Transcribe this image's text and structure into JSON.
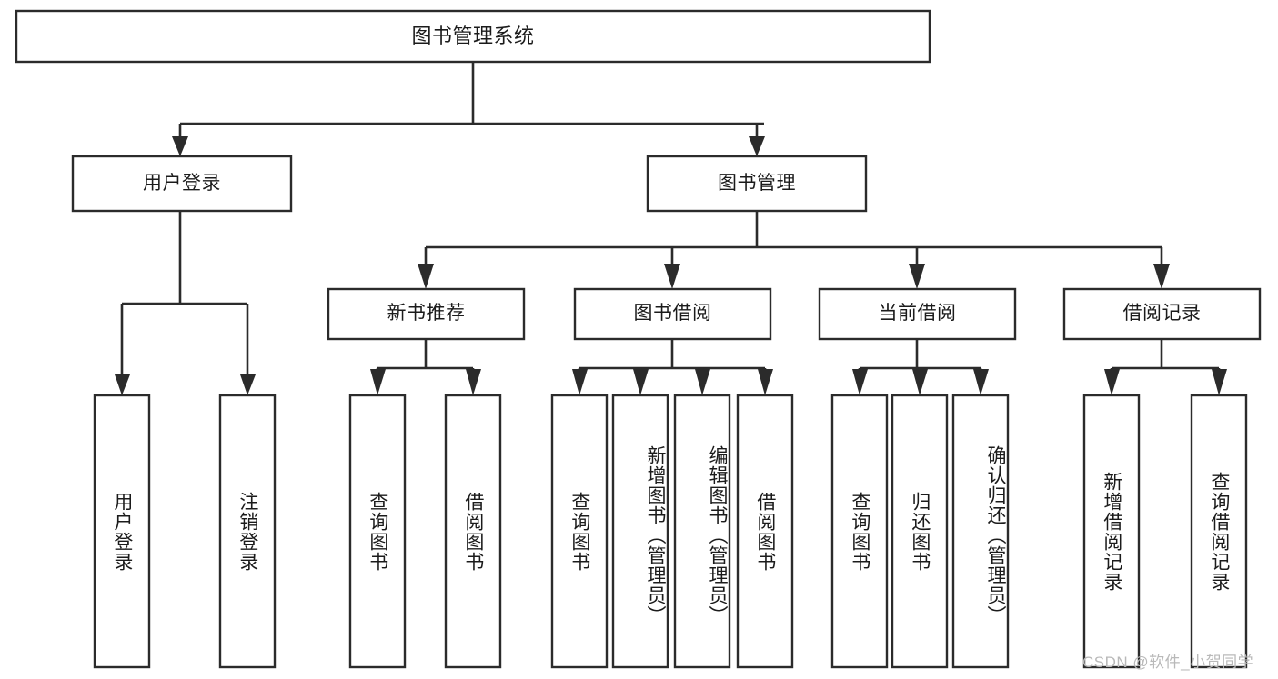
{
  "diagram": {
    "type": "hierarchy-tree",
    "title": "图书管理系统",
    "orientation": "top-down",
    "colors": {
      "box_stroke": "#2b2b2b",
      "box_fill": "#ffffff",
      "line": "#2b2b2b",
      "text": "#1b1b1b",
      "background": "#ffffff",
      "watermark": "#b9b9b9"
    },
    "root": {
      "label": "图书管理系统"
    },
    "level2": {
      "user_login": "用户登录",
      "book_manage": "图书管理"
    },
    "level3": {
      "new_book_recommend": "新书推荐",
      "book_borrow": "图书借阅",
      "current_borrow": "当前借阅",
      "borrow_record": "借阅记录"
    },
    "leaves": {
      "user_login": [
        "用户登录",
        "注销登录"
      ],
      "new_book_recommend": [
        "查询图书",
        "借阅图书"
      ],
      "book_borrow": [
        "查询图书",
        "新增图书（管理员）",
        "编辑图书（管理员）",
        "借阅图书"
      ],
      "current_borrow": [
        "查询图书",
        "归还图书",
        "确认归还（管理员）"
      ],
      "borrow_record": [
        "新增借阅记录",
        "查询借阅记录"
      ]
    },
    "watermark": "CSDN @软件_小贺同学"
  }
}
